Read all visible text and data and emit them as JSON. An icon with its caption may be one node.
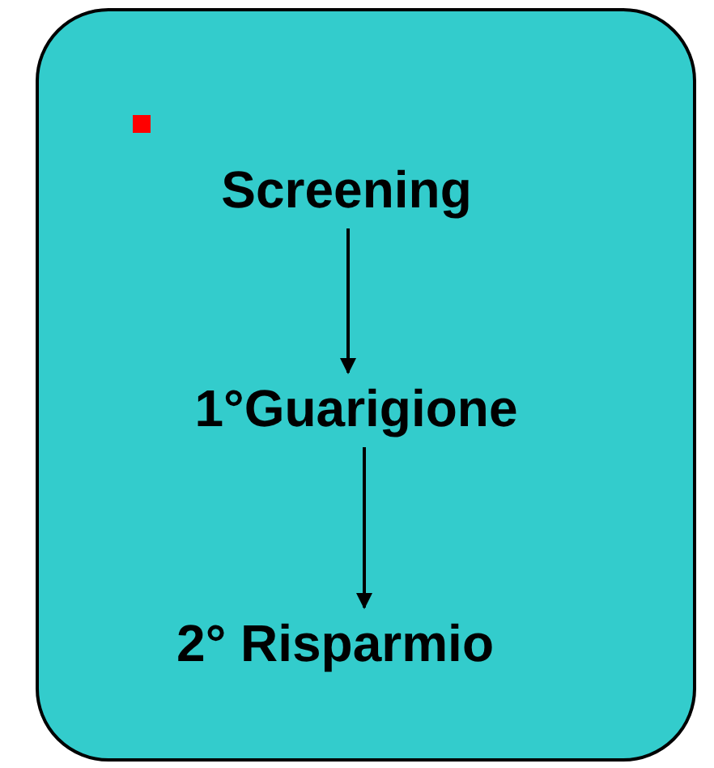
{
  "diagram": {
    "nodes": [
      {
        "text": [],
        "shape": "box"
      },
      {
        "text": [
          "Screening"
        ],
        "in": 0
      },
      {
        "text": [
          "1°Guarigione"
        ],
        "in": 0
      },
      {
        "text": [
          "2° Risparmio"
        ],
        "in": 0
      }
    ],
    "edges": [
      {
        "from": 1,
        "to": 2,
        "arrow": "to"
      },
      {
        "from": 2,
        "to": 3,
        "arrow": "to"
      }
    ]
  }
}
